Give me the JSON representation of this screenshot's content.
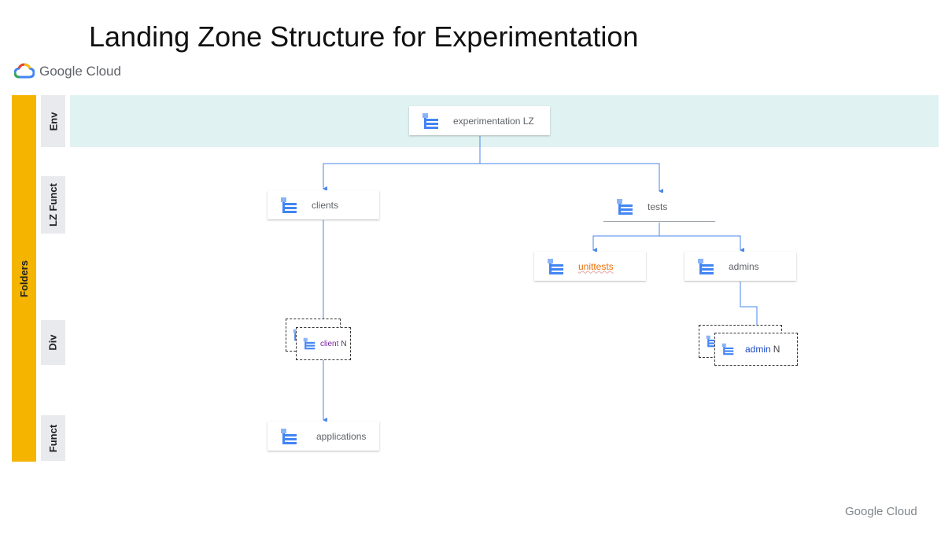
{
  "title": "Landing Zone Structure for Experimentation",
  "logo": {
    "text": "Google Cloud"
  },
  "footer": {
    "text": "Google Cloud"
  },
  "lanes": {
    "folders": "Folders",
    "env": "Env",
    "lz_funct": "LZ Funct",
    "div": "Div",
    "funct": "Funct"
  },
  "nodes": {
    "experimentation_lz": "experimentation LZ",
    "clients": "clients",
    "tests": "tests",
    "unittests": "unittests",
    "admins": "admins",
    "client_n_name": "client",
    "client_n_suffix": "N",
    "admin_n_name": "admin",
    "admin_n_suffix": "N",
    "applications": "applications"
  },
  "colors": {
    "folders_bar": "#f4b400",
    "env_band": "#e0f2f1",
    "connector": "#4a86e8",
    "folder_icon": "#4285f4"
  },
  "icons": {
    "folder": "folder-hierarchy-icon",
    "logo": "google-cloud-logo-icon"
  }
}
